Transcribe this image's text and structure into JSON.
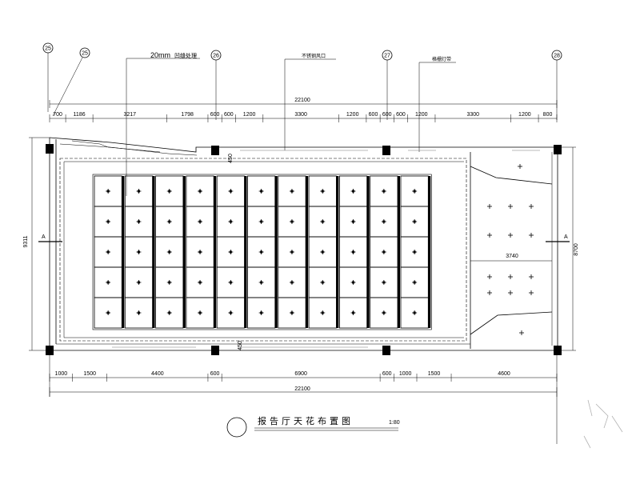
{
  "drawing": {
    "title": "报告厅天花布置图",
    "scale": "1:80",
    "axis_labels": [
      "25",
      "25",
      "26",
      "27",
      "28"
    ],
    "section_mark": "A",
    "notes": {
      "reveal_width": "20mm",
      "reveal_text": "凹缝处理",
      "vent_text": "不锈钢风口",
      "light_text": "格栅灯带"
    },
    "top_dims": {
      "overall": "22100",
      "segments": [
        "700",
        "1186",
        "3217",
        "1798",
        "600",
        "600",
        "1200",
        "3300",
        "1200",
        "600",
        "600",
        "600",
        "1200",
        "3300",
        "1200",
        "800"
      ]
    },
    "bottom_dims": {
      "overall": "22100",
      "segments": [
        "1000",
        "1500",
        "4400",
        "600",
        "6900",
        "600",
        "1000",
        "1500",
        "4600"
      ]
    },
    "left_dim": "9311",
    "right_dim": "8700",
    "stage_dim": "3740",
    "small_dim_top": "450",
    "small_dim_bottom": "450",
    "grid": {
      "rows": 5,
      "cols": 11
    }
  }
}
